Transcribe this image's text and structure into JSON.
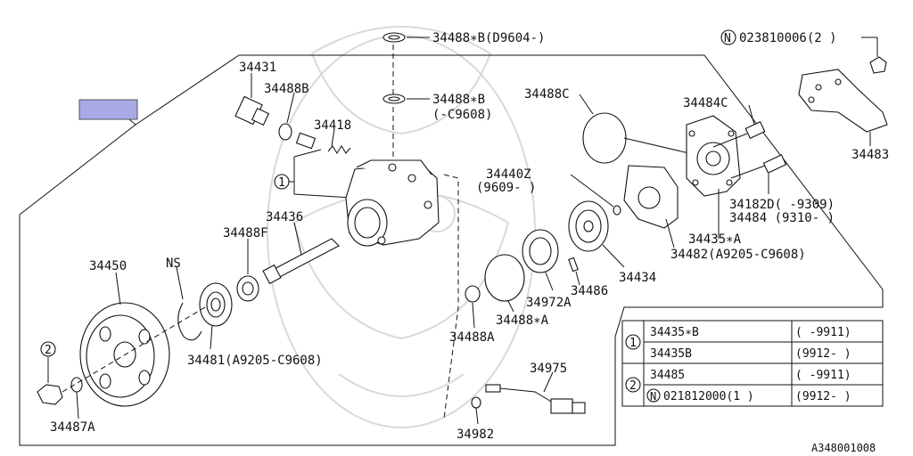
{
  "diagram": {
    "ref_code": "A348001008",
    "highlight_color": "#a9a9e8",
    "callouts": {
      "c34488B_top": "34488∗B(D9604-)",
      "c34488B_mid_l1": "34488∗B",
      "c34488B_mid_l2": "(-C9608)",
      "c34431": "34431",
      "c34488B": "34488B",
      "c34418": "34418",
      "c1": "1",
      "c34436": "34436",
      "c34488F": "34488F",
      "c34450": "34450",
      "cNS": "NS",
      "c34481": "34481(A9205-C9608)",
      "c2": "2",
      "c34487A": "34487A",
      "c34488C": "34488C",
      "c34440Z_l1": "34440Z",
      "c34440Z_l2": "(9609-   )",
      "c34484C": "34484C",
      "c34182D": "34182D(  -9309)",
      "c34484": "34484 (9310-  )",
      "c34435A": "34435∗A",
      "c34482": "34482(A9205-C9608)",
      "c34434": "34434",
      "c34486": "34486",
      "c34972A": "34972A",
      "c34488A": "34488A",
      "c34488A_star": "34488∗A",
      "c34975": "34975",
      "c34982": "34982",
      "cN023": "023810006(2 )",
      "c34483": "34483"
    },
    "table": {
      "rows": [
        {
          "num": "1",
          "part": "34435∗B",
          "range": "(    -9911)"
        },
        {
          "num": "",
          "part": "34435B",
          "range": "(9912-    )"
        },
        {
          "num": "2",
          "part": "34485",
          "range": "(    -9911)"
        },
        {
          "num": "",
          "part": "021812000(1 )",
          "n_circle": "N",
          "range": "(9912-    )"
        }
      ]
    }
  }
}
